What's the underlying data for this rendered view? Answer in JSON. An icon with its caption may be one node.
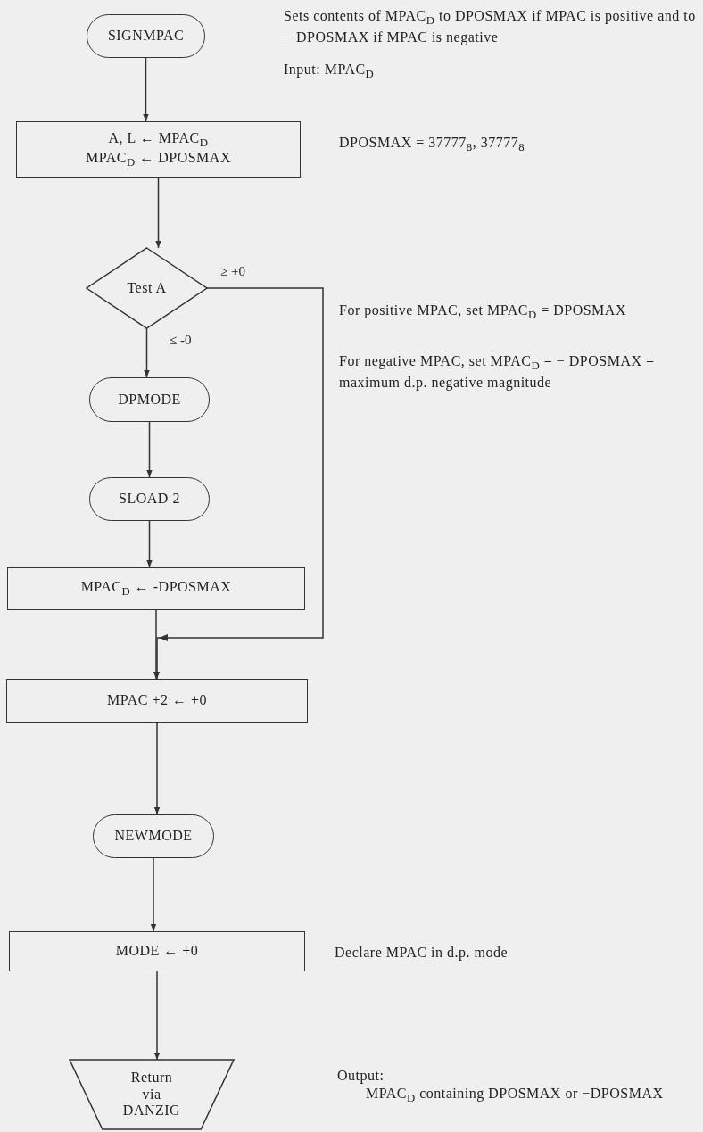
{
  "diagram": {
    "nodes": [
      {
        "text": [
          "SIGNMPAC"
        ]
      },
      {
        "text": [
          "A, L ← MPAC$_{D}$",
          "MPAC$_{D}$ ← DPOSMAX"
        ]
      },
      {
        "text": [
          "Test A"
        ]
      },
      {
        "text": [
          "DPMODE"
        ]
      },
      {
        "text": [
          "SLOAD 2"
        ]
      },
      {
        "text": [
          "MPAC$_{D}$ ← -DPOSMAX"
        ]
      },
      {
        "text": [
          "MPAC +2 ← +0"
        ]
      },
      {
        "text": [
          "NEWMODE"
        ]
      },
      {
        "text": [
          "MODE ← +0"
        ]
      },
      {
        "text": [
          "Return via DANZIG"
        ]
      }
    ],
    "edges": [
      {
        "from": 0,
        "to": 1,
        "arrow": "to"
      },
      {
        "from": 1,
        "to": 2,
        "arrow": "to"
      },
      {
        "from": 2,
        "to": 3,
        "label": "≤ -0",
        "arrow": "to"
      },
      {
        "from": 3,
        "to": 4,
        "arrow": "to"
      },
      {
        "from": 4,
        "to": 5,
        "arrow": "to"
      },
      {
        "from": 5,
        "to": 6,
        "arrow": "to"
      },
      {
        "from": 2,
        "to": 6,
        "label": "≥ +0",
        "arrow": "to"
      },
      {
        "from": 6,
        "to": 7,
        "arrow": "to"
      },
      {
        "from": 7,
        "to": 8,
        "arrow": "to"
      },
      {
        "from": 8,
        "to": 9,
        "arrow": "to"
      }
    ],
    "labels": [
      "Sets contents of MPAC$_{D}$ to DPOSMAX if MPAC is positive and to − DPOSMAX if MPAC is negative",
      "Input: MPAC$_{D}$",
      "DPOSMAX = 37777$_{8}$, 37777$_{8}$",
      "For positive MPAC, set MPAC$_{D}$ = DPOSMAX",
      "For negative MPAC, set MPAC$_{D}$ = − DPOSMAX = maximum d.p. negative magnitude",
      "Declare MPAC in d.p. mode",
      "Output:",
      "MPAC$_{D}$ containing DPOSMAX or −DPOSMAX"
    ]
  }
}
